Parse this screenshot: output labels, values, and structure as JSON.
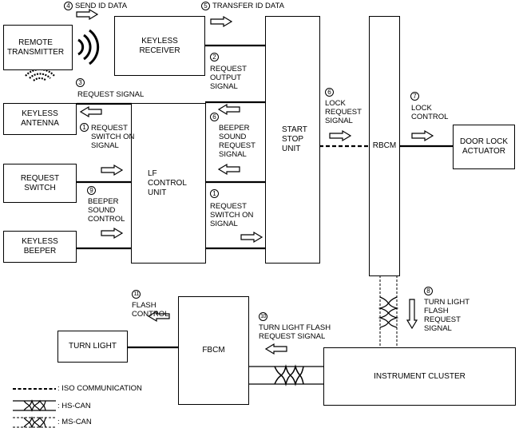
{
  "blocks": {
    "remote_transmitter": "REMOTE\nTRANSMITTER",
    "keyless_receiver": "KEYLESS\nRECEIVER",
    "keyless_antenna": "KEYLESS\nANTENNA",
    "request_switch": "REQUEST\nSWITCH",
    "keyless_beeper": "KEYLESS\nBEEPER",
    "lf_control_unit": "LF\nCONTROL\nUNIT",
    "start_stop_unit": "START\nSTOP\nUNIT",
    "rbcm": "RBCM",
    "door_lock_actuator": "DOOR LOCK\nACTUATOR",
    "turn_light": "TURN LIGHT",
    "fbcm": "FBCM",
    "instrument_cluster": "INSTRUMENT CLUSTER"
  },
  "signals": {
    "s4": {
      "num": "4",
      "text": "SEND ID DATA"
    },
    "s5": {
      "num": "5",
      "text": "TRANSFER ID DATA"
    },
    "s2": {
      "num": "2",
      "text": "REQUEST\nOUTPUT\nSIGNAL"
    },
    "s3": {
      "num": "3",
      "text": "REQUEST SIGNAL"
    },
    "s6a": {
      "num": "6",
      "text": "BEEPER\nSOUND\nREQUEST\nSIGNAL"
    },
    "s6b": {
      "num": "6",
      "text": "LOCK\nREQUEST\nSIGNAL"
    },
    "s7": {
      "num": "7",
      "text": "LOCK\nCONTROL"
    },
    "s1a": {
      "num": "1",
      "text": "REQUEST\nSWITCH ON\nSIGNAL"
    },
    "s1b": {
      "num": "1",
      "text": "REQUEST\nSWITCH ON\nSIGNAL"
    },
    "s9": {
      "num": "9",
      "text": "BEEPER\nSOUND\nCONTROL"
    },
    "s8": {
      "num": "8",
      "text": "TURN LIGHT\nFLASH\nREQUEST\nSIGNAL"
    },
    "s10": {
      "num": "10",
      "text": "TURN LIGHT FLASH\nREQUEST SIGNAL"
    },
    "s11": {
      "num": "11",
      "text": "FLASH\nCONTROL"
    }
  },
  "legend": {
    "iso": ": ISO COMMUNICATION",
    "hs_can": ": HS-CAN",
    "ms_can": ": MS-CAN"
  }
}
